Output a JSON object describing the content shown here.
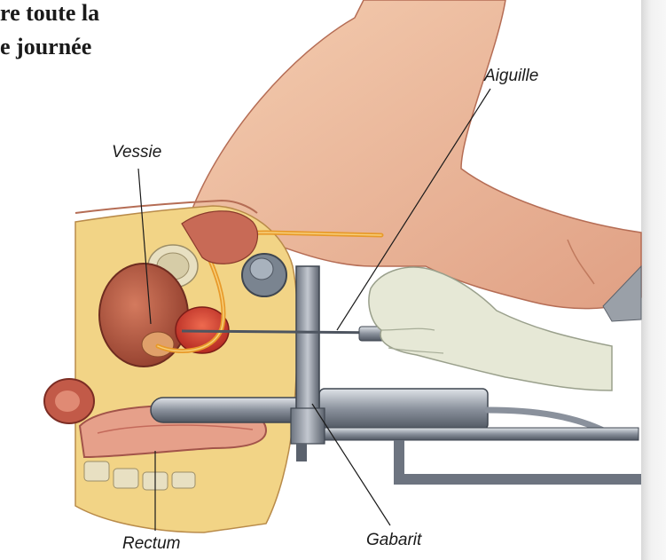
{
  "title": {
    "line1": "re toute la",
    "line2": "e journée"
  },
  "labels": {
    "aiguille": "Aiguille",
    "vessie": "Vessie",
    "rectum": "Rectum",
    "gabarit": "Gabarit"
  },
  "colors": {
    "skin": "#f1c1a0",
    "skin_shadow": "#d9957a",
    "bladder": "#b5543f",
    "prostate": "#d8402f",
    "rectum": "#e49a86",
    "fat": "#f3d58a",
    "bone": "#e9e3c9",
    "metal": "#8f96a3",
    "metal_dark": "#4e5560",
    "glove": "#e3e6d4",
    "catheter": "#e89a2a"
  }
}
